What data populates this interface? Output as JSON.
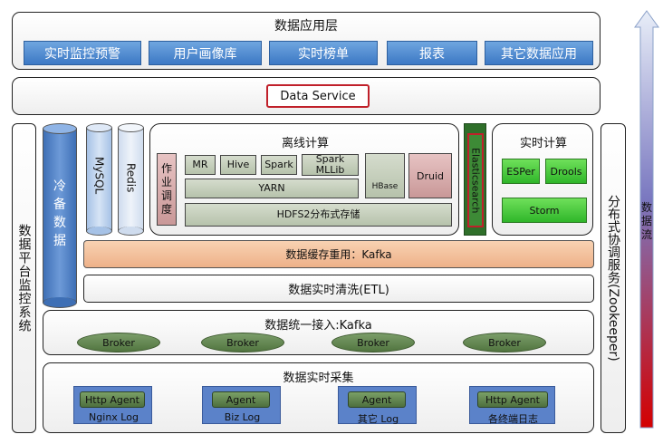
{
  "app_layer": {
    "title": "数据应用层",
    "buttons": [
      "实时监控预警",
      "用户画像库",
      "实时榜单",
      "报表",
      "其它数据应用"
    ]
  },
  "data_service": {
    "label": "Data Service"
  },
  "monitor": {
    "label": "数据平台监控系统"
  },
  "cold": {
    "label": "冷备数据"
  },
  "mysql": {
    "label": "MySQL"
  },
  "redis": {
    "label": "Redis"
  },
  "offline": {
    "title": "离线计算",
    "job_sched": "作业调度",
    "mr": "MR",
    "hive": "Hive",
    "spark": "Spark",
    "spark_mllib": "Spark MLLib",
    "hbase": "HBase",
    "druid": "Druid",
    "yarn": "YARN",
    "hdfs": "HDFS2分布式存储"
  },
  "elasticsearch": {
    "label": "Elasticsearch"
  },
  "realtime": {
    "title": "实时计算",
    "esper": "ESPer",
    "drools": "Drools",
    "storm": "Storm"
  },
  "zookeeper": {
    "label": "分布式协调服务(Zookeeper)"
  },
  "dataflow": {
    "label": "数据流"
  },
  "kafka_cache": {
    "label": "数据缓存重用：Kafka"
  },
  "etl": {
    "label": "数据实时清洗(ETL)"
  },
  "ingest": {
    "title": "数据统一接入:Kafka",
    "brokers": [
      "Broker",
      "Broker",
      "Broker",
      "Broker"
    ]
  },
  "collect": {
    "title": "数据实时采集",
    "agents": [
      {
        "agent": "Http Agent",
        "source": "Nginx Log"
      },
      {
        "agent": "Agent",
        "source": "Biz Log"
      },
      {
        "agent": "Agent",
        "source": "其它 Log"
      },
      {
        "agent": "Http Agent",
        "source": "各终端日志"
      }
    ]
  },
  "colors": {
    "blue": "#3c78c4",
    "red_border": "#c0202a",
    "orange": "#f5c6a0",
    "arrow": "#d40000"
  }
}
